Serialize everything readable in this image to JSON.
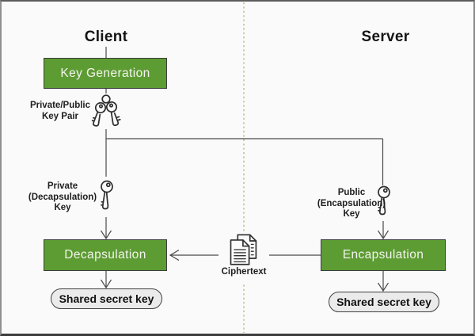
{
  "diagram": {
    "type": "flow-diagram",
    "topic": "Key encapsulation mechanism (KEM) client-server flow",
    "headings": {
      "client": "Client",
      "server": "Server"
    },
    "nodes": {
      "key_generation": {
        "label": "Key Generation",
        "kind": "process"
      },
      "decapsulation": {
        "label": "Decapsulation",
        "kind": "process"
      },
      "encapsulation": {
        "label": "Encapsulation",
        "kind": "process"
      },
      "shared_secret_client": {
        "label": "Shared secret key",
        "kind": "result"
      },
      "shared_secret_server": {
        "label": "Shared secret key",
        "kind": "result"
      }
    },
    "labels": {
      "key_pair": {
        "lines": [
          "Private/Public",
          "Key Pair"
        ],
        "icon": "key-pair-icon"
      },
      "private_key": {
        "lines": [
          "Private",
          "(Decapsulation)",
          "Key"
        ],
        "icon": "key-icon"
      },
      "public_key": {
        "lines": [
          "Public",
          "(Encapsulation)",
          "Key"
        ],
        "icon": "key-icon"
      },
      "ciphertext": {
        "text": "Ciphertext",
        "icon": "documents-icon"
      }
    },
    "edges": [
      "Client -> Key Generation",
      "Key Generation -> Private/Public Key Pair",
      "Key Pair -> Private (Decapsulation) Key -> Decapsulation",
      "Key Pair -> Public (Encapsulation) Key -> Encapsulation",
      "Encapsulation -> Ciphertext -> Decapsulation",
      "Decapsulation -> Shared secret key",
      "Encapsulation -> Shared secret key"
    ],
    "colors": {
      "background": "#fafafa",
      "process_box_fill": "#5d9c33",
      "process_box_border": "#3c3c3c",
      "process_box_text": "#f4f4ee",
      "result_box_fill": "#ebebeb",
      "result_box_border": "#3f3f3f",
      "connector": "#4a4a4a",
      "separator_dash": "#a9c581",
      "heading_text": "#141414",
      "label_text": "#1e1e1e",
      "icon_stroke": "#2d2d2d"
    }
  }
}
